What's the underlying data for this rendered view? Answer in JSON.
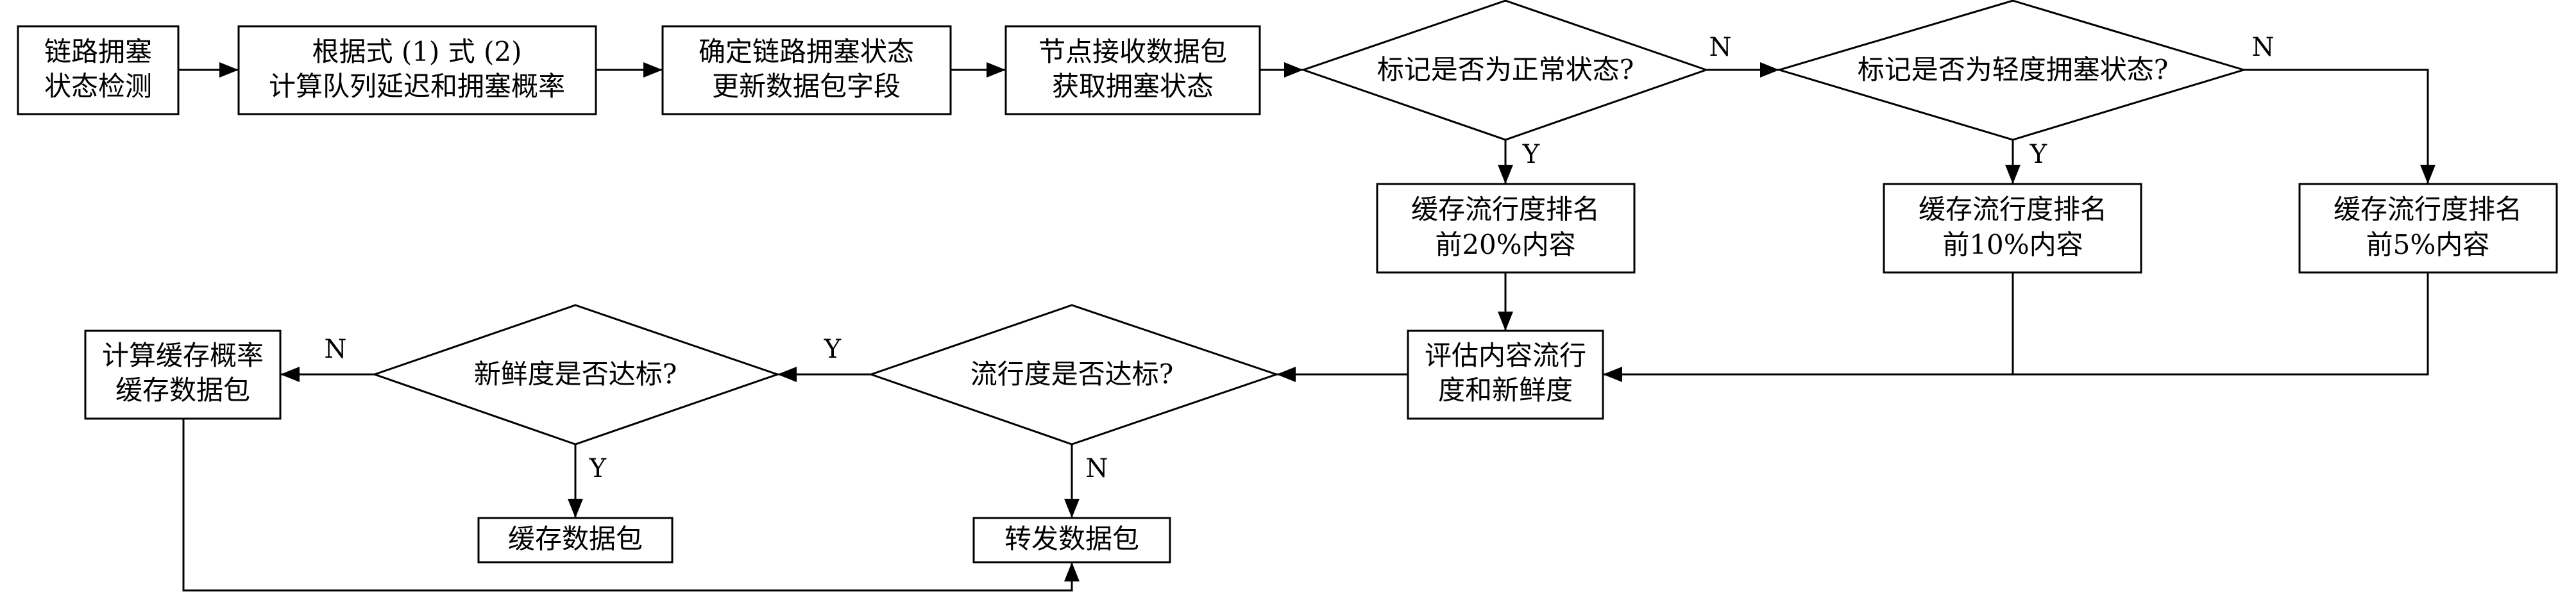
{
  "nodes": {
    "detect": [
      "链路拥塞",
      "状态检测"
    ],
    "compute": [
      "根据式 (1) 式 (2)",
      "计算队列延迟和拥塞概率"
    ],
    "determine": [
      "确定链路拥塞状态",
      "更新数据包字段"
    ],
    "receive": [
      "节点接收数据包",
      "获取拥塞状态"
    ],
    "is_normal": "标记是否为正常状态?",
    "is_light": "标记是否为轻度拥塞状态?",
    "top20": [
      "缓存流行度排名",
      "前20%内容"
    ],
    "top10": [
      "缓存流行度排名",
      "前10%内容"
    ],
    "top5": [
      "缓存流行度排名",
      "前5%内容"
    ],
    "evaluate": [
      "评估内容流行",
      "度和新鲜度"
    ],
    "pop_ok": "流行度是否达标?",
    "fresh_ok": "新鲜度是否达标?",
    "calc_cache": [
      "计算缓存概率",
      "缓存数据包"
    ],
    "cache_pkt": "缓存数据包",
    "forward_pkt": "转发数据包"
  },
  "edge_labels": {
    "normal_no": "N",
    "normal_yes": "Y",
    "light_no": "N",
    "light_yes": "Y",
    "pop_yes": "Y",
    "pop_no": "N",
    "fresh_no": "N",
    "fresh_yes": "Y"
  }
}
